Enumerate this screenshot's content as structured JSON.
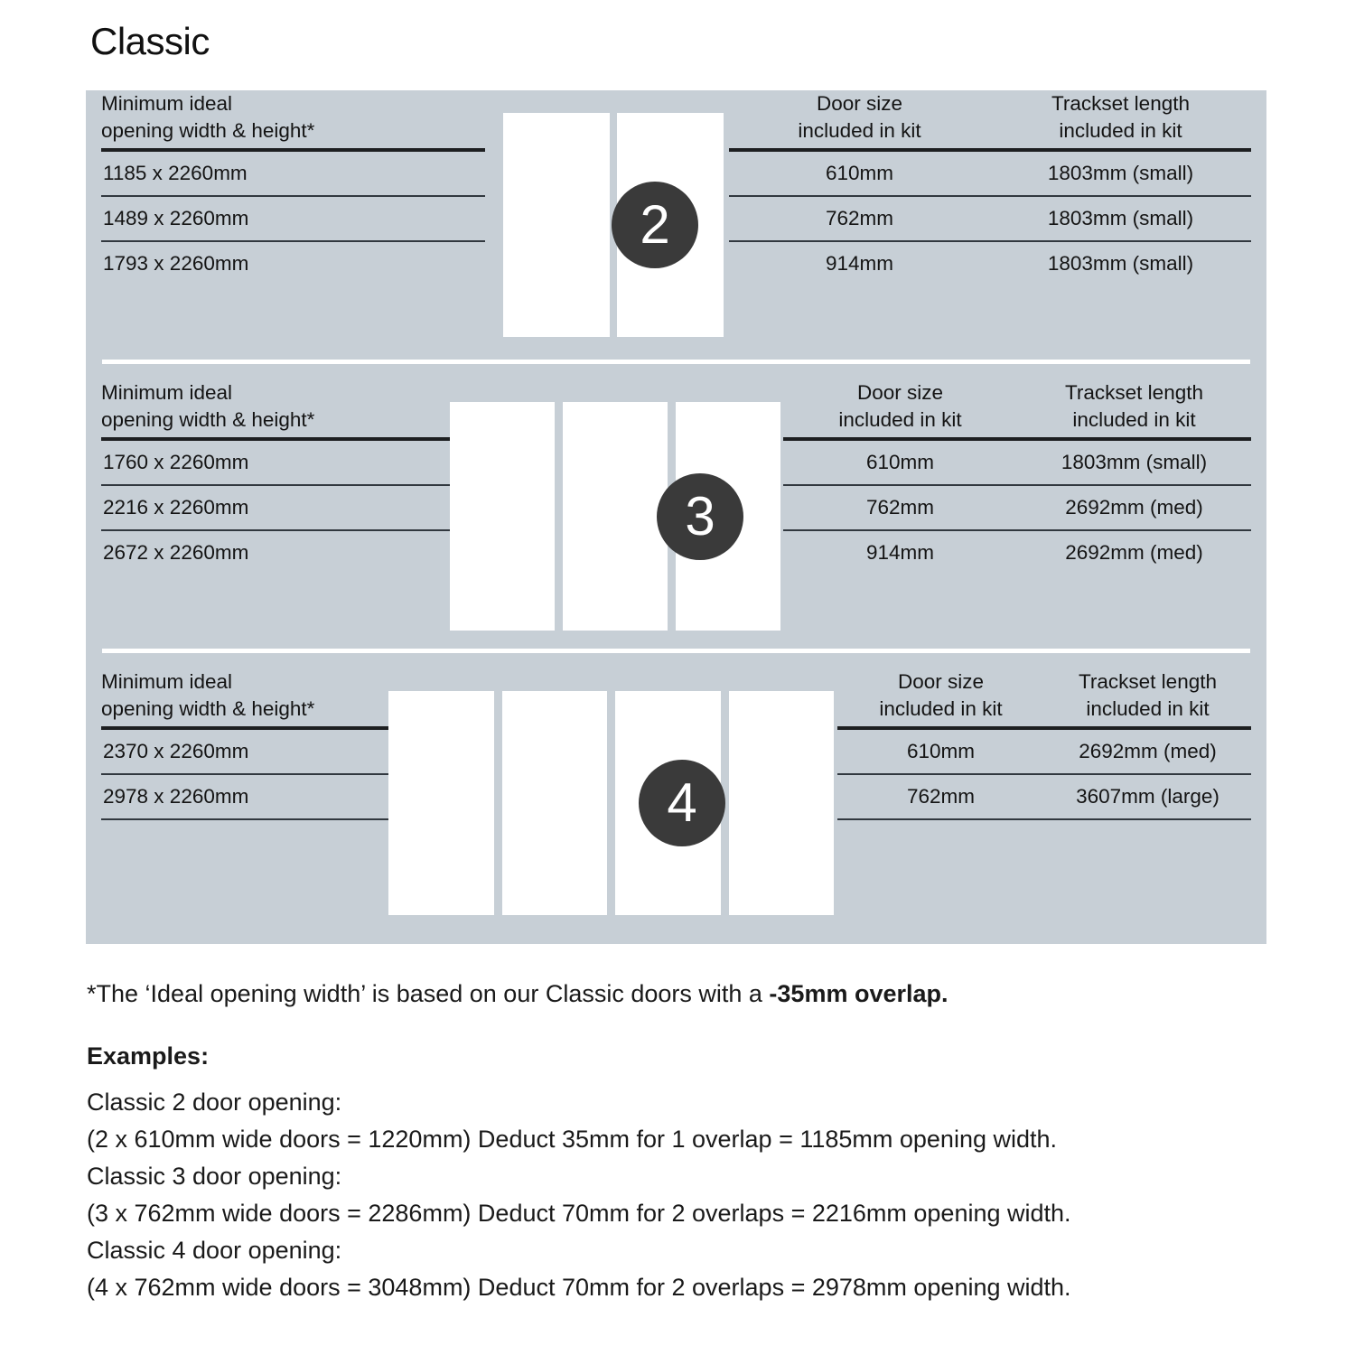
{
  "title": "Classic",
  "colors": {
    "panel_background": "#c7cfd6",
    "badge_background": "#3a3a3a",
    "rule": "#1d1f21",
    "door_fill": "#ffffff",
    "text": "#1a1a1a"
  },
  "sections": [
    {
      "door_count": "2",
      "badge_label": "2",
      "left_header": "Minimum ideal\nopening width & height*",
      "left_header_line1": "Minimum ideal",
      "left_header_line2": "opening width & height*",
      "right_headers": [
        {
          "line1": "Door size",
          "line2": "included in kit"
        },
        {
          "line1": "Trackset length",
          "line2": "included in kit"
        }
      ],
      "rows": [
        {
          "opening": "1185 x 2260mm",
          "door_size": "610mm",
          "trackset": "1803mm (small)"
        },
        {
          "opening": "1489 x 2260mm",
          "door_size": "762mm",
          "trackset": "1803mm (small)"
        },
        {
          "opening": "1793 x 2260mm",
          "door_size": "914mm",
          "trackset": "1803mm (small)"
        }
      ]
    },
    {
      "door_count": "3",
      "badge_label": "3",
      "left_header_line1": "Minimum ideal",
      "left_header_line2": "opening width & height*",
      "right_headers": [
        {
          "line1": "Door size",
          "line2": "included in kit"
        },
        {
          "line1": "Trackset length",
          "line2": "included in kit"
        }
      ],
      "rows": [
        {
          "opening": "1760 x 2260mm",
          "door_size": "610mm",
          "trackset": "1803mm (small)"
        },
        {
          "opening": "2216 x 2260mm",
          "door_size": "762mm",
          "trackset": "2692mm (med)"
        },
        {
          "opening": "2672 x 2260mm",
          "door_size": "914mm",
          "trackset": "2692mm (med)"
        }
      ]
    },
    {
      "door_count": "4",
      "badge_label": "4",
      "left_header_line1": "Minimum ideal",
      "left_header_line2": "opening width & height*",
      "right_headers": [
        {
          "line1": "Door size",
          "line2": "included in kit"
        },
        {
          "line1": "Trackset length",
          "line2": "included in kit"
        }
      ],
      "rows": [
        {
          "opening": "2370 x 2260mm",
          "door_size": "610mm",
          "trackset": "2692mm (med)"
        },
        {
          "opening": "2978 x 2260mm",
          "door_size": "762mm",
          "trackset": "3607mm (large)"
        }
      ]
    }
  ],
  "footnote": {
    "text_normal": "*The ‘Ideal opening width’ is based on our Classic doors with a ",
    "text_bold": "-35mm overlap."
  },
  "examples": {
    "title": "Examples:",
    "lines": [
      "Classic 2 door opening:",
      "(2 x 610mm wide doors = 1220mm)  Deduct 35mm for 1 overlap = 1185mm opening width.",
      "Classic 3 door opening:",
      "(3 x 762mm wide doors = 2286mm)  Deduct 70mm for 2 overlaps = 2216mm opening width.",
      "Classic 4 door opening:",
      "(4 x 762mm wide doors = 3048mm)  Deduct 70mm for 2 overlaps = 2978mm opening width."
    ]
  }
}
